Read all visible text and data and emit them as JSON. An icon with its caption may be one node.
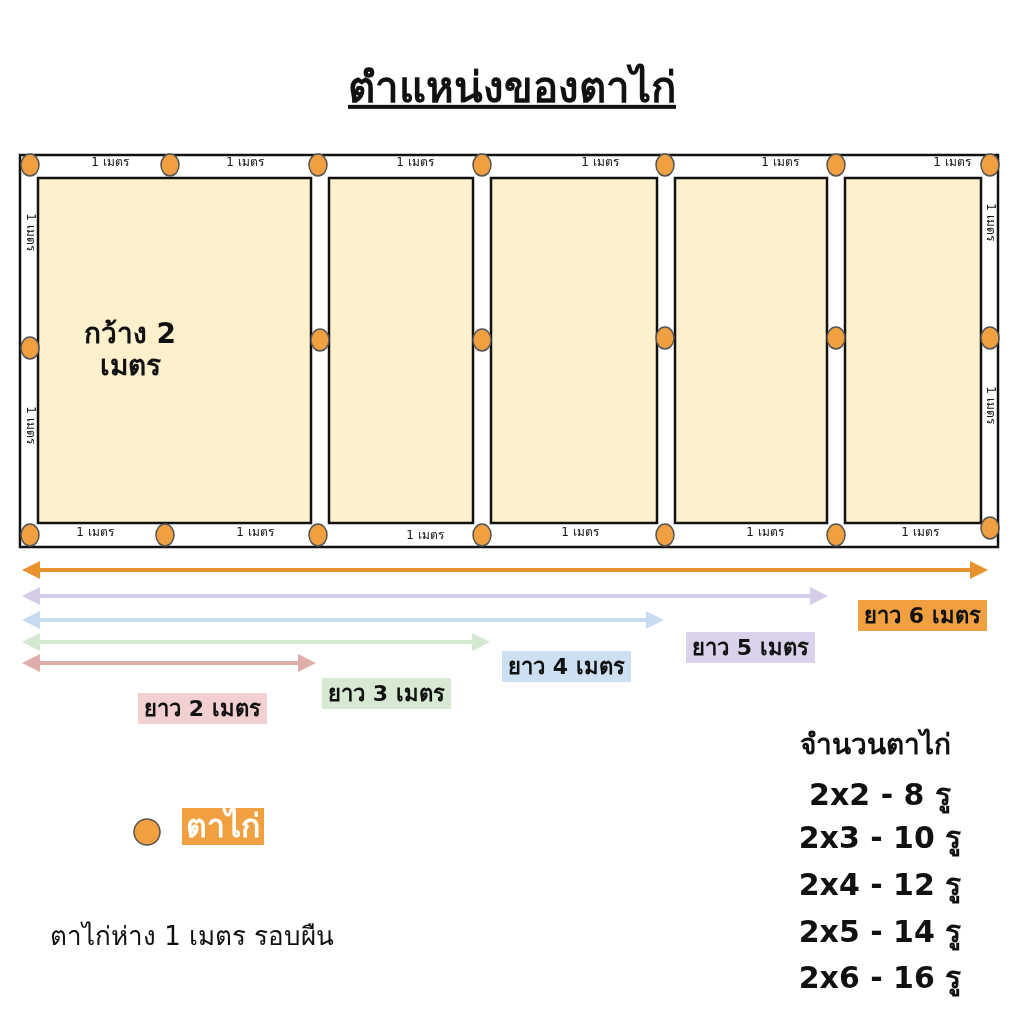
{
  "diagram": {
    "title": "ตำแหน่งของตาไก่",
    "labels": [
      "1 เมตร",
      "1 เมตร",
      "1 เมตร",
      "1 เมตร",
      "1 เมตร",
      "1 เมตร",
      "1 เมตร",
      "1 เมตร",
      "กว้าง 2 เมตร",
      "1 เมตร",
      "1 เมตร",
      "1 เมตร",
      "1 เมตร",
      "1 เมตร",
      "1 เมตร",
      "1 เมตร",
      "1 เมตร",
      "ยาว 6 เมตร",
      "ยาว 5 เมตร",
      "ยาว 4 เมตร",
      "ยาว 3 เมตร",
      "ยาว 2 เมตร",
      "จำนวนตาไก่",
      "2x2 - 8 รู",
      "2x3 - 10 รู",
      "2x4 - 12 รู",
      "2x5 - 14 รู",
      "2x6 - 16 รู",
      "ตาไก่ห่าง 1 เมตร รอบผืน"
    ],
    "legend": [
      {
        "text": "ตาไก่",
        "color": "#f0a040"
      }
    ]
  }
}
